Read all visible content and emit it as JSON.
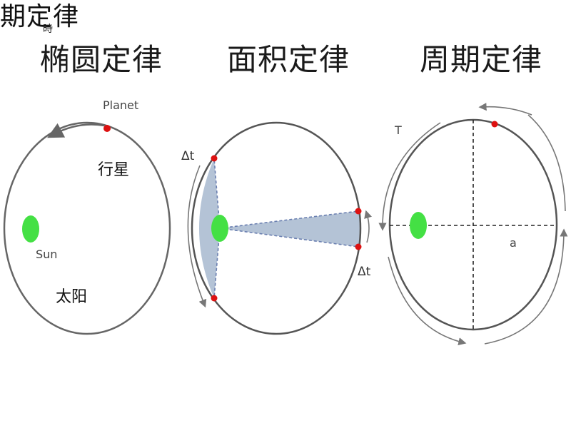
{
  "corner_text": "期定律",
  "corner_fragment": "時",
  "headings": {
    "ellipse": "椭圆定律",
    "area": "面积定律",
    "period": "周期定律"
  },
  "panel1": {
    "planet_en": "Planet",
    "planet_cn": "行星",
    "sun_en": "Sun",
    "sun_cn": "太阳"
  },
  "panel2": {
    "dt_left": "Δt",
    "dt_right": "Δt"
  },
  "panel3": {
    "period_label": "T",
    "axis_label": "a"
  },
  "colors": {
    "orbit": "#666666",
    "sun": "#44e044",
    "planet": "#dd1111",
    "sector_fill": "#b4c3d6",
    "sector_stroke": "#6a7fb0",
    "arrow": "#777777"
  }
}
